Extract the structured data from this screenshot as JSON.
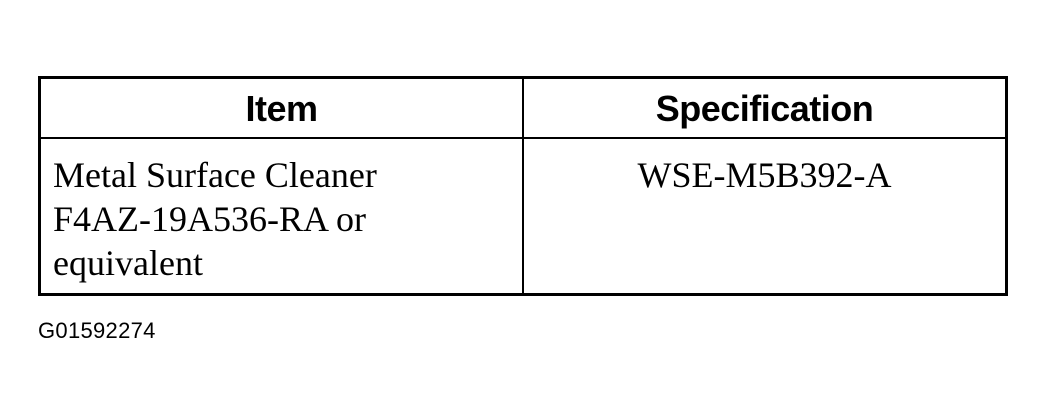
{
  "table": {
    "headers": {
      "item": "Item",
      "specification": "Specification"
    },
    "rows": [
      {
        "item_lines": [
          "Metal Surface Cleaner",
          "F4AZ-19A536-RA or",
          "equivalent"
        ],
        "specification": "WSE-M5B392-A"
      }
    ]
  },
  "figure_id": "G01592274",
  "colors": {
    "text": "#000000",
    "border": "#000000",
    "background": "#ffffff"
  }
}
